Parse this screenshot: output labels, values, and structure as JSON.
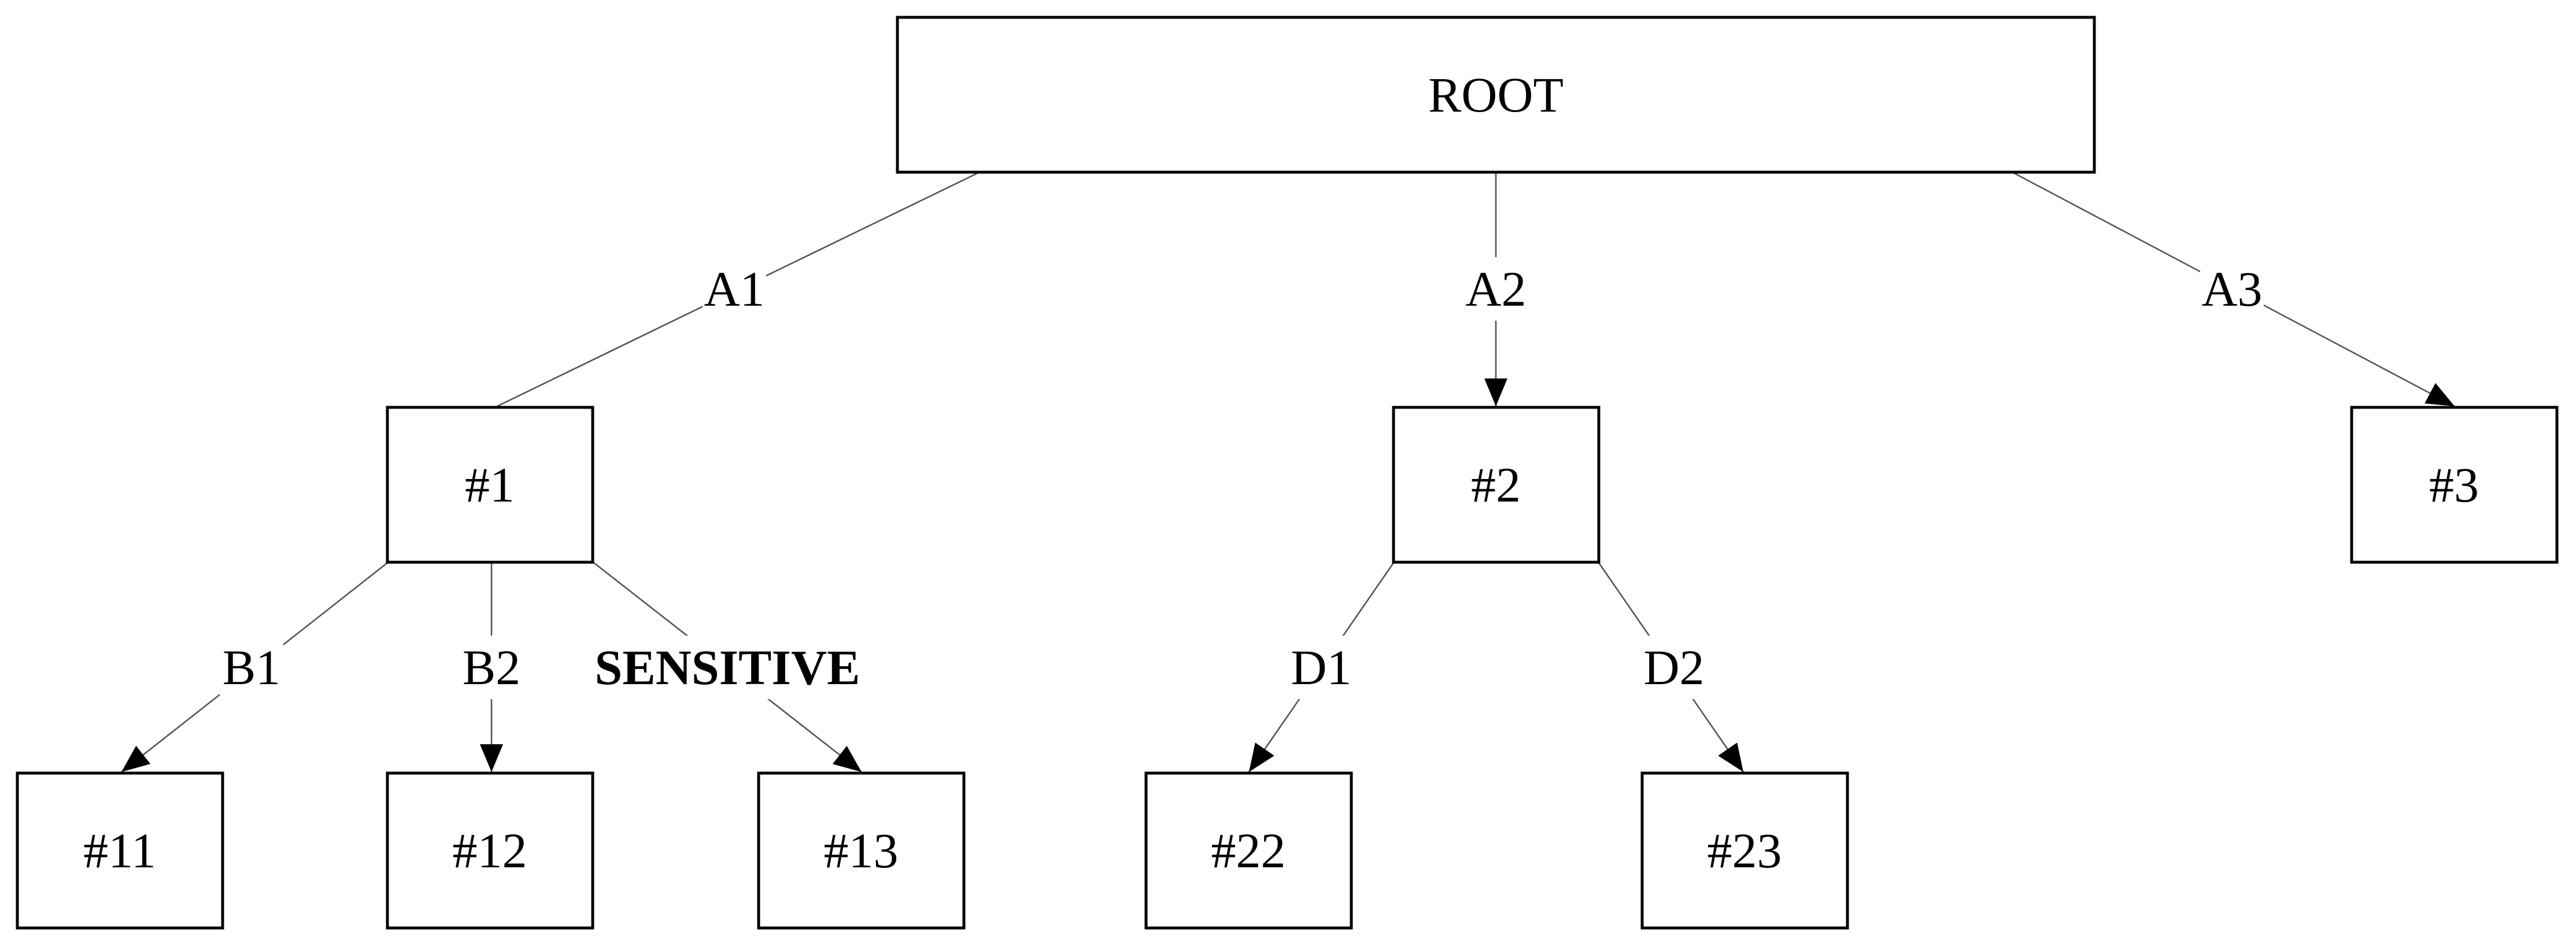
{
  "nodes": {
    "root": "ROOT",
    "n1": "#1",
    "n2": "#2",
    "n3": "#3",
    "n11": "#11",
    "n12": "#12",
    "n13": "#13",
    "n22": "#22",
    "n23": "#23"
  },
  "edges": {
    "a1": "A1",
    "a2": "A2",
    "a3": "A3",
    "b1": "B1",
    "b2": "B2",
    "sensitive": "SENSITIVE",
    "d1": "D1",
    "d2": "D2"
  },
  "colors": {
    "line": "#555555",
    "box_border": "#000000",
    "arrow": "#000000",
    "background": "#ffffff"
  }
}
